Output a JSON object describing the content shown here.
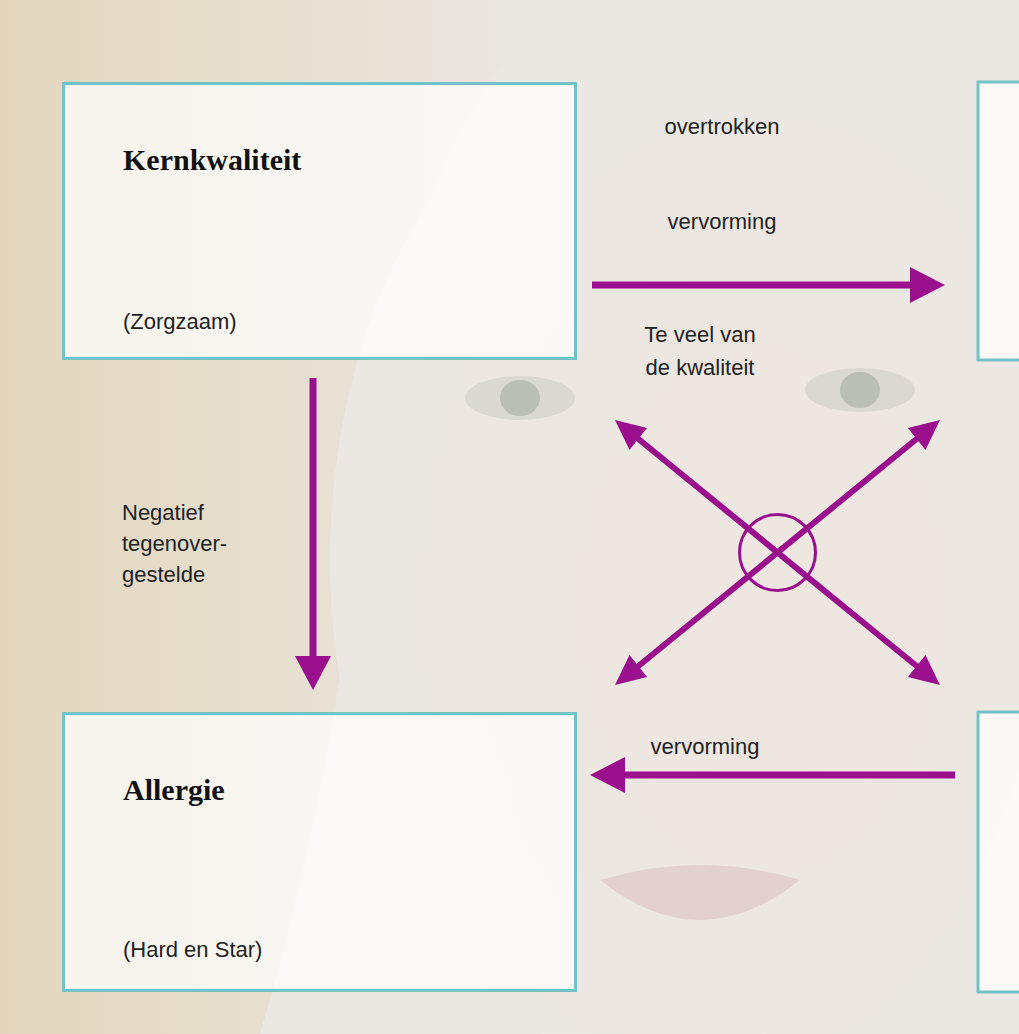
{
  "diagram": {
    "nodes": [
      {
        "text": [
          "Kernkwaliteit",
          "(Zorgzaam)"
        ]
      },
      {
        "text": [
          "Allergie",
          "(Hard en Star)"
        ]
      }
    ],
    "edges": [
      {
        "from": 0,
        "to": 1,
        "arrow": "to",
        "label": "Negatief tegenover- gestelde"
      }
    ],
    "labels": [
      "overtrokken",
      "vervorming",
      "Te veel van de kwaliteit",
      "vervorming"
    ]
  }
}
